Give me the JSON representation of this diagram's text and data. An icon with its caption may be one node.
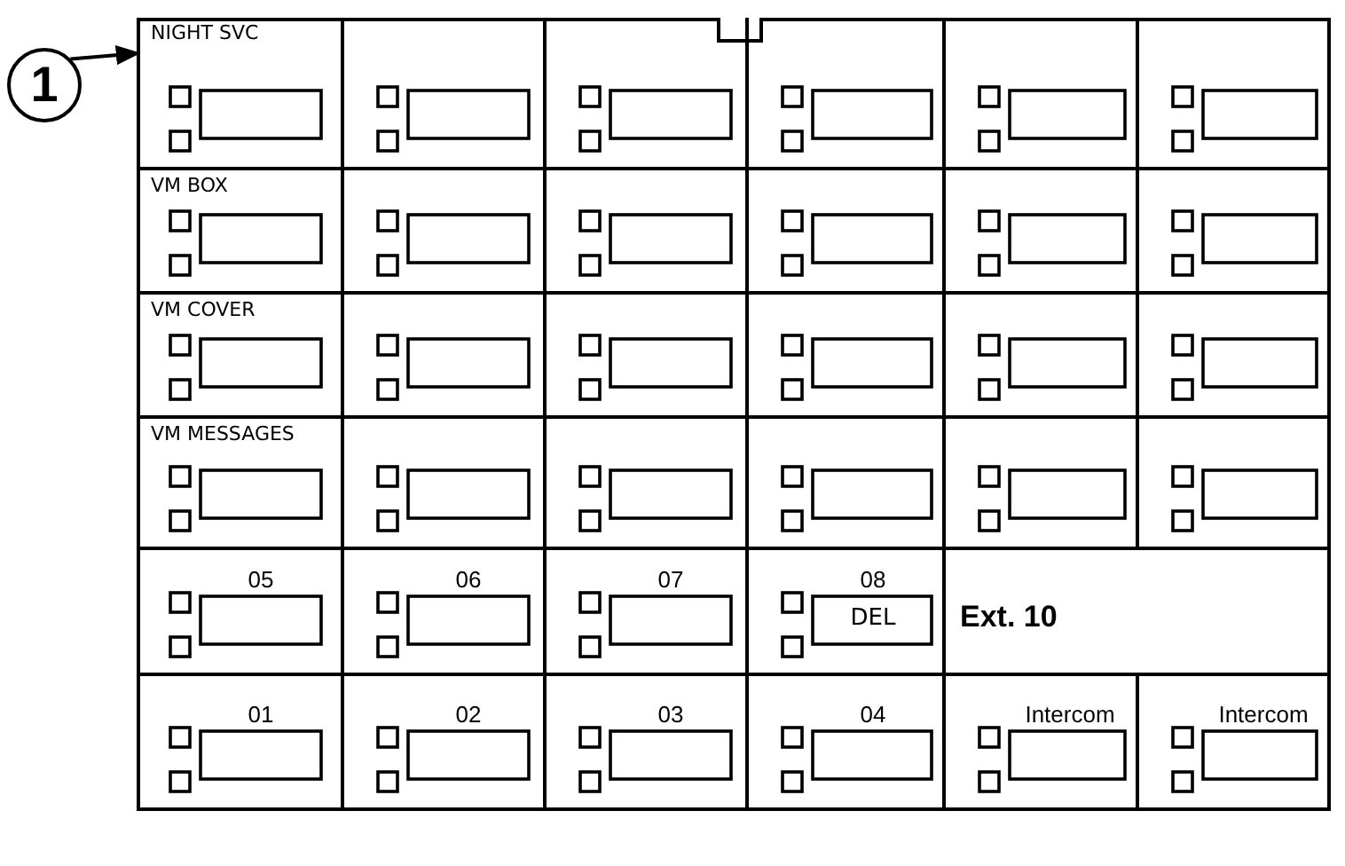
{
  "diagram": {
    "nodes": [
      {
        "text": [
          "1"
        ]
      },
      {
        "text": [],
        "shape": "box"
      },
      {
        "text": [
          "NIGHT SVC"
        ],
        "in": 1
      },
      {
        "text": [],
        "shape": "box",
        "in": 1
      },
      {
        "text": [],
        "shape": "box",
        "in": 1
      },
      {
        "text": [],
        "shape": "box",
        "in": 1
      },
      {
        "text": [],
        "shape": "box",
        "in": 1
      },
      {
        "text": [],
        "shape": "box",
        "in": 1
      },
      {
        "text": [
          "VM BOX"
        ],
        "in": 1
      },
      {
        "text": [],
        "shape": "box",
        "in": 1
      },
      {
        "text": [],
        "shape": "box",
        "in": 1
      },
      {
        "text": [],
        "shape": "box",
        "in": 1
      },
      {
        "text": [],
        "shape": "box",
        "in": 1
      },
      {
        "text": [],
        "shape": "box",
        "in": 1
      },
      {
        "text": [
          "VM COVER"
        ],
        "in": 1
      },
      {
        "text": [],
        "shape": "box",
        "in": 1
      },
      {
        "text": [],
        "shape": "box",
        "in": 1
      },
      {
        "text": [],
        "shape": "box",
        "in": 1
      },
      {
        "text": [],
        "shape": "box",
        "in": 1
      },
      {
        "text": [],
        "shape": "box",
        "in": 1
      },
      {
        "text": [
          "VM MESSAGES"
        ],
        "in": 1
      },
      {
        "text": [],
        "shape": "box",
        "in": 1
      },
      {
        "text": [],
        "shape": "box",
        "in": 1
      },
      {
        "text": [],
        "shape": "box",
        "in": 1
      },
      {
        "text": [],
        "shape": "box",
        "in": 1
      },
      {
        "text": [],
        "shape": "box",
        "in": 1
      },
      {
        "text": [
          "05"
        ],
        "in": 1
      },
      {
        "text": [
          "06"
        ],
        "in": 1
      },
      {
        "text": [
          "07"
        ],
        "in": 1
      },
      {
        "text": [
          "08",
          "DEL"
        ],
        "in": 1
      },
      {
        "text": [
          "Ext. 10"
        ],
        "in": 1
      },
      {
        "text": [
          "01"
        ],
        "in": 1
      },
      {
        "text": [
          "02"
        ],
        "in": 1
      },
      {
        "text": [
          "03"
        ],
        "in": 1
      },
      {
        "text": [
          "04"
        ],
        "in": 1
      },
      {
        "text": [
          "Intercom"
        ],
        "in": 1
      },
      {
        "text": [
          "Intercom"
        ],
        "in": 1
      }
    ],
    "edges": [
      {
        "from": 0,
        "to": 2,
        "arrow": "to"
      }
    ]
  }
}
